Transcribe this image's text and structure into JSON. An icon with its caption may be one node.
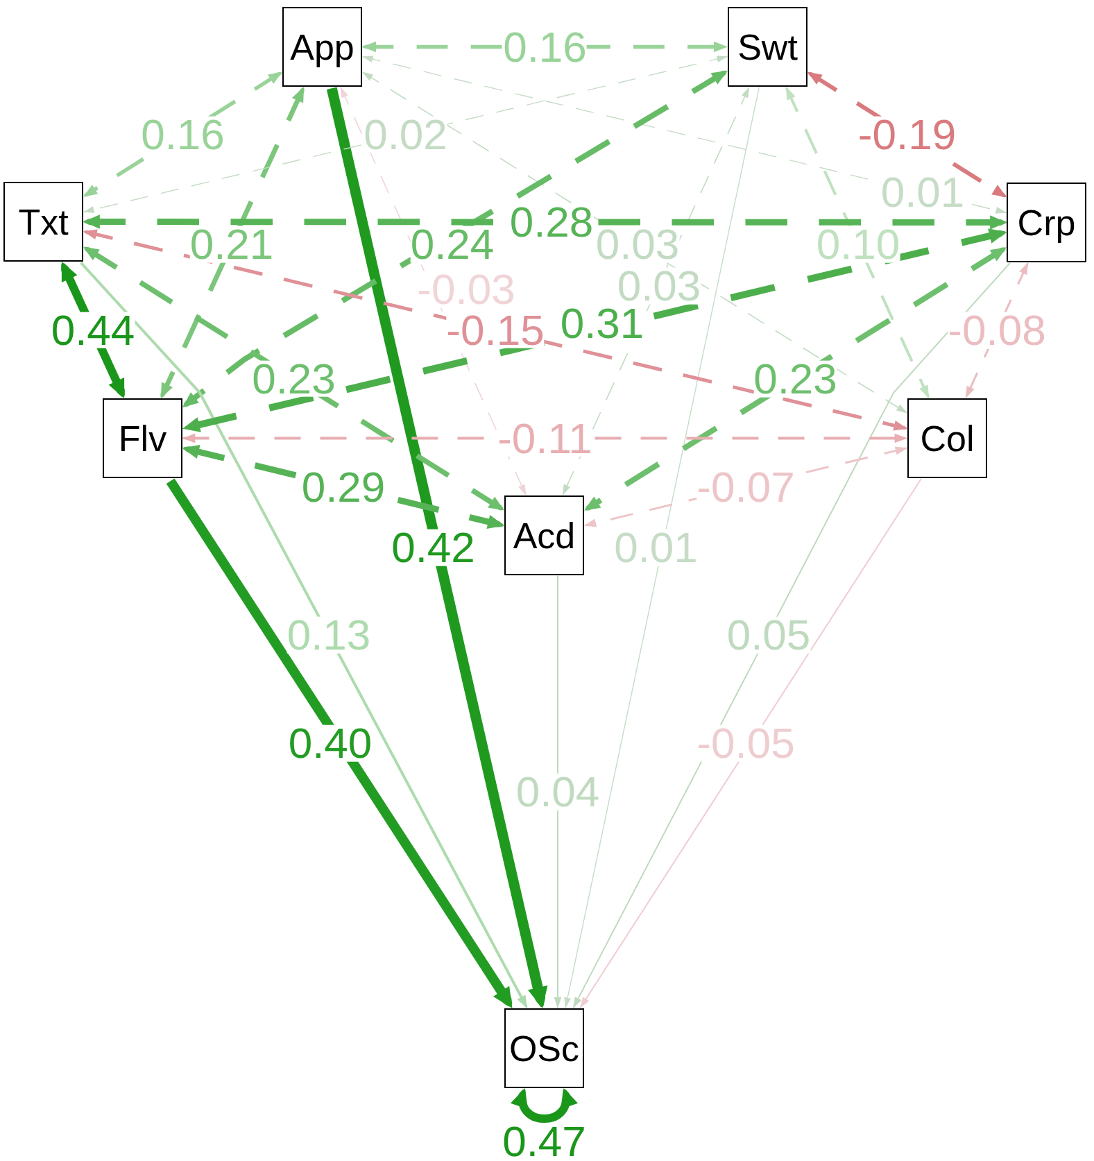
{
  "diagram": {
    "nodes": [
      {
        "text": [
          "App"
        ]
      },
      {
        "text": [
          "Swt"
        ]
      },
      {
        "text": [
          "Txt"
        ]
      },
      {
        "text": [
          "Crp"
        ]
      },
      {
        "text": [
          "Flv"
        ]
      },
      {
        "text": [
          "Col"
        ]
      },
      {
        "text": [
          "Acd"
        ]
      },
      {
        "text": [
          "OSc"
        ]
      }
    ],
    "edges": [
      {
        "from": 0,
        "to": 1,
        "arrow": "both",
        "label": "0.16",
        "style": "dashed",
        "color": "#99d399"
      },
      {
        "from": 0,
        "to": 2,
        "arrow": "both",
        "label": "0.16",
        "style": "dashed",
        "color": "#99d399"
      },
      {
        "from": 0,
        "to": 3,
        "arrow": "both",
        "label": "0.01",
        "style": "dashed",
        "color": "#c6dcc6"
      },
      {
        "from": 0,
        "to": 4,
        "arrow": "both",
        "label": "0.21",
        "style": "dashed",
        "color": "#7cc67c"
      },
      {
        "from": 0,
        "to": 5,
        "arrow": "both",
        "label": "0.03",
        "style": "dashed",
        "color": "#c2dbc2"
      },
      {
        "from": 0,
        "to": 6,
        "arrow": "both",
        "label": "-0.03",
        "style": "dashed",
        "color": "#f0d4d7"
      },
      {
        "from": 0,
        "to": 7,
        "arrow": "to",
        "label": "0.42",
        "style": "thick",
        "color": "#1f9a1f"
      },
      {
        "from": 1,
        "to": 2,
        "arrow": "both",
        "label": "0.02",
        "style": "dashed",
        "color": "#c4dbc4"
      },
      {
        "from": 1,
        "to": 3,
        "arrow": "both",
        "label": "-0.19",
        "style": "dashed",
        "color": "#d97a7f"
      },
      {
        "from": 1,
        "to": 4,
        "arrow": "both",
        "label": "0.24",
        "style": "dashed",
        "color": "#66bc66"
      },
      {
        "from": 1,
        "to": 5,
        "arrow": "both",
        "label": "0.10",
        "style": "dashed",
        "color": "#bfe1bf"
      },
      {
        "from": 1,
        "to": 6,
        "arrow": "both",
        "label": "0.03",
        "style": "dashed",
        "color": "#c2dbc2"
      },
      {
        "from": 1,
        "to": 7,
        "arrow": "to",
        "label": "0.01",
        "color": "#c6dcc6"
      },
      {
        "from": 2,
        "to": 3,
        "arrow": "both",
        "label": "0.28",
        "style": "dashed",
        "color": "#56b456"
      },
      {
        "from": 2,
        "to": 4,
        "arrow": "both",
        "label": "0.44",
        "style": "thick",
        "color": "#1a961a"
      },
      {
        "from": 2,
        "to": 5,
        "arrow": "both",
        "label": "-0.15",
        "style": "dashed",
        "color": "#df9197"
      },
      {
        "from": 2,
        "to": 6,
        "arrow": "both",
        "label": "0.23",
        "style": "dashed",
        "color": "#6dbf6d"
      },
      {
        "from": 2,
        "to": 7,
        "arrow": "to",
        "label": "0.13",
        "color": "#aedbae"
      },
      {
        "from": 3,
        "to": 4,
        "arrow": "both",
        "label": "0.31",
        "style": "dashed",
        "color": "#4caf4c"
      },
      {
        "from": 3,
        "to": 5,
        "arrow": "both",
        "label": "-0.08",
        "style": "dashed",
        "color": "#ebbdc1"
      },
      {
        "from": 3,
        "to": 6,
        "arrow": "both",
        "label": "0.23",
        "style": "dashed",
        "color": "#6dbf6d"
      },
      {
        "from": 3,
        "to": 7,
        "arrow": "to",
        "label": "0.05",
        "color": "#bfdabf"
      },
      {
        "from": 4,
        "to": 5,
        "arrow": "both",
        "label": "-0.11",
        "style": "dashed",
        "color": "#e8aeb2"
      },
      {
        "from": 4,
        "to": 6,
        "arrow": "both",
        "label": "0.29",
        "style": "dashed",
        "color": "#55b355"
      },
      {
        "from": 4,
        "to": 7,
        "arrow": "to",
        "label": "0.40",
        "style": "thick",
        "color": "#239c23"
      },
      {
        "from": 5,
        "to": 6,
        "arrow": "both",
        "label": "-0.07",
        "style": "dashed",
        "color": "#edc5c8"
      },
      {
        "from": 5,
        "to": 7,
        "arrow": "to",
        "label": "-0.05",
        "color": "#eecdd0"
      },
      {
        "from": 6,
        "to": 7,
        "arrow": "to",
        "label": "0.04",
        "color": "#c0dac0"
      },
      {
        "from": 7,
        "to": 7,
        "arrow": "both",
        "label": "0.47",
        "style": "thick",
        "color": "#1a961a"
      }
    ]
  }
}
